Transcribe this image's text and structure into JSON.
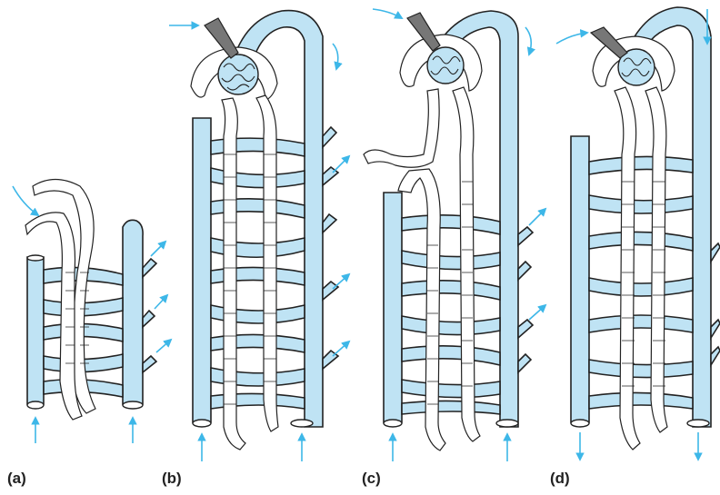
{
  "panels": [
    {
      "id": "a",
      "label": "(a)"
    },
    {
      "id": "b",
      "label": "(b)"
    },
    {
      "id": "c",
      "label": "(c)"
    },
    {
      "id": "d",
      "label": "(d)"
    }
  ],
  "colors": {
    "vessel": "#bfe3f4",
    "arrow": "#3db7e8",
    "outline": "#222222"
  }
}
